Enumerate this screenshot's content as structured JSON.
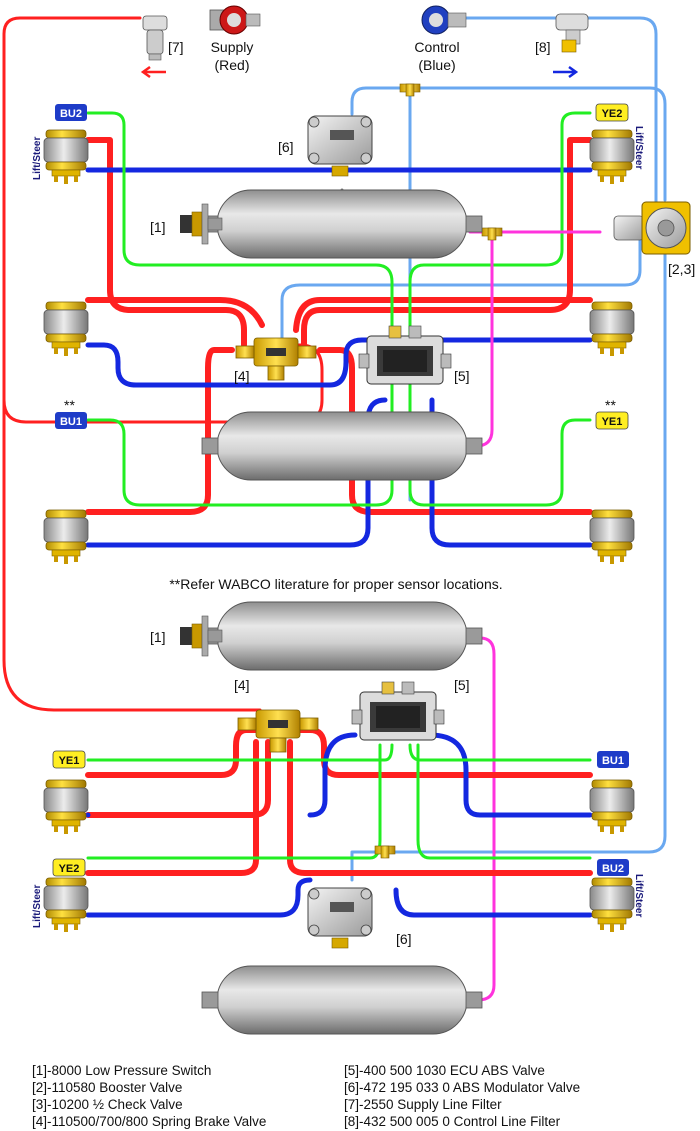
{
  "labels": {
    "supply": "Supply",
    "supply_color": "(Red)",
    "control": "Control",
    "control_color": "(Blue)",
    "item7": "[7]",
    "item8": "[8]",
    "item6_top": "[6]",
    "item6_bottom": "[6]",
    "item1_top": "[1]",
    "item1_bottom": "[1]",
    "item23": "[2,3]",
    "item4_top": "[4]",
    "item4_bottom": "[4]",
    "item5_top": "[5]",
    "item5_bottom": "[5]",
    "lift_steer": "Lift/Steer",
    "sensor_note_marker": "**"
  },
  "sensor_tags": {
    "bu2_top": "BU2",
    "ye2_top": "YE2",
    "bu1_top": "BU1",
    "ye1_top": "YE1",
    "ye1_bottom": "YE1",
    "bu1_bottom": "BU1",
    "ye2_bottom": "YE2",
    "bu2_bottom": "BU2"
  },
  "note": "**Refer WABCO literature for proper sensor locations.",
  "legend": {
    "left": [
      "[1]-8000 Low Pressure Switch",
      "[2]-110580 Booster Valve",
      "[3]-10200 ½ Check Valve",
      "[4]-110500/700/800 Spring Brake Valve"
    ],
    "right": [
      "[5]-400 500 1030 ECU ABS Valve",
      "[6]-472 195 033 0 ABS Modulator Valve",
      "[7]-2550 Supply Line Filter",
      "[8]-432 500 005 0 Control Line Filter"
    ]
  },
  "colors": {
    "supply_line": "#ff2020",
    "service_line": "#1428e0",
    "control_line": "#6aa8f0",
    "sensor_line": "#22ee22",
    "magenta_line": "#ff33dd",
    "tag_blue": "#1e3cc8",
    "tag_yellow": "#ffee22"
  }
}
